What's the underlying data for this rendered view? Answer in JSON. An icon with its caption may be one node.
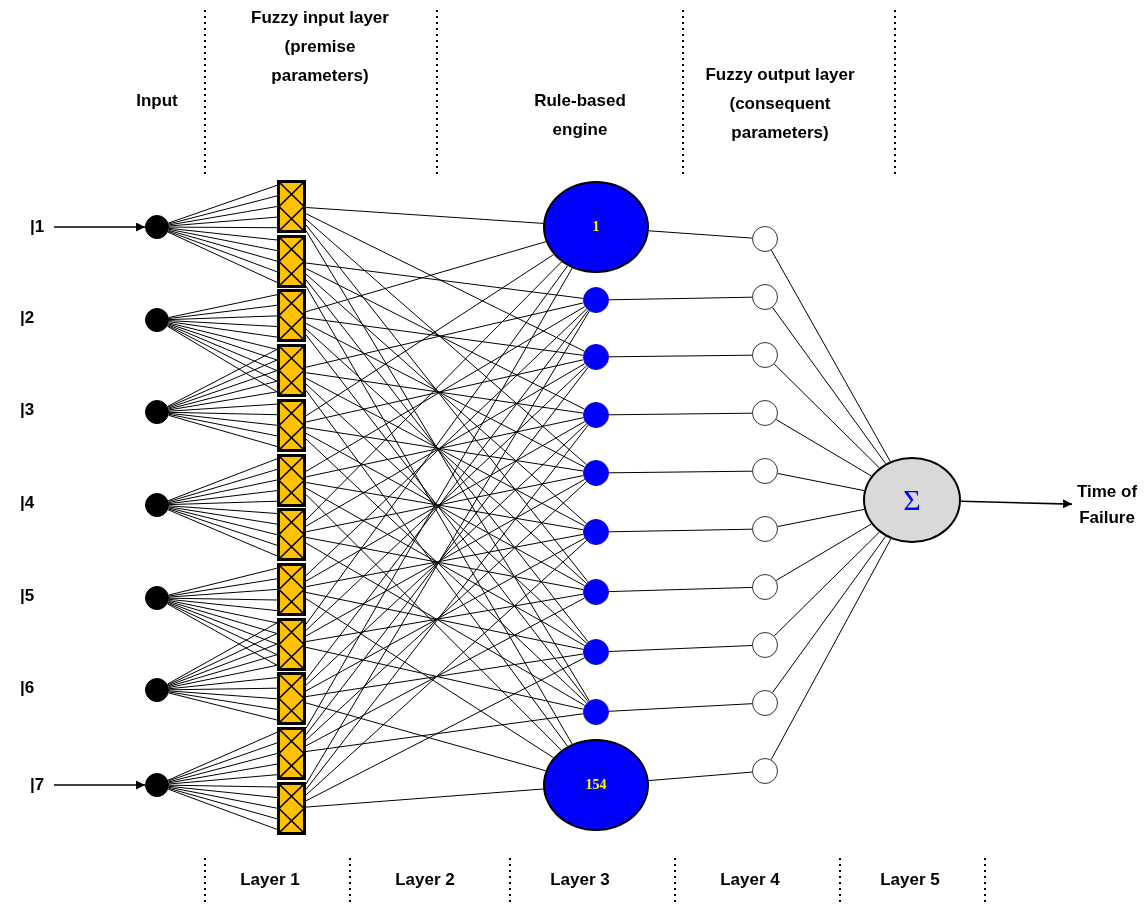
{
  "diagram": {
    "nodes": [
      {
        "text": [
          "|1"
        ]
      },
      {
        "text": [],
        "shape": "circle"
      },
      {
        "text": [],
        "shape": "circle"
      },
      {
        "text": [],
        "shape": "circle"
      },
      {
        "text": [],
        "shape": "circle"
      },
      {
        "text": [],
        "shape": "circle"
      },
      {
        "text": [],
        "shape": "circle"
      },
      {
        "text": [],
        "shape": "circle"
      },
      {
        "text": [
          "|7"
        ]
      },
      {
        "text": [],
        "shape": "box"
      },
      {
        "text": [],
        "shape": "box"
      },
      {
        "text": [],
        "shape": "box"
      },
      {
        "text": [],
        "shape": "box"
      },
      {
        "text": [],
        "shape": "box"
      },
      {
        "text": [],
        "shape": "box"
      },
      {
        "text": [],
        "shape": "box"
      },
      {
        "text": [],
        "shape": "box"
      },
      {
        "text": [],
        "shape": "box"
      },
      {
        "text": [],
        "shape": "box"
      },
      {
        "text": [],
        "shape": "box"
      },
      {
        "text": [],
        "shape": "box"
      },
      {
        "text": [
          "1"
        ]
      },
      {
        "text": [],
        "shape": "circle"
      },
      {
        "text": [],
        "shape": "circle"
      },
      {
        "text": [],
        "shape": "circle"
      },
      {
        "text": [],
        "shape": "circle"
      },
      {
        "text": [],
        "shape": "circle"
      },
      {
        "text": [],
        "shape": "circle"
      },
      {
        "text": [],
        "shape": "circle"
      },
      {
        "text": [],
        "shape": "circle"
      },
      {
        "text": [
          "154"
        ]
      },
      {
        "text": [],
        "shape": "circle"
      },
      {
        "text": [],
        "shape": "circle"
      },
      {
        "text": [],
        "shape": "circle"
      },
      {
        "text": [],
        "shape": "circle"
      },
      {
        "text": [],
        "shape": "circle"
      },
      {
        "text": [],
        "shape": "circle"
      },
      {
        "text": [],
        "shape": "circle"
      },
      {
        "text": [],
        "shape": "circle"
      },
      {
        "text": [],
        "shape": "circle"
      },
      {
        "text": [],
        "shape": "circle"
      },
      {
        "text": [
          "Σ"
        ]
      },
      {
        "text": [
          "Time of Failure"
        ]
      }
    ],
    "edges": [
      {
        "from": 0,
        "to": 1,
        "arrow": "to"
      },
      {
        "from": 1,
        "to": 9,
        "arrow": "none"
      },
      {
        "from": 1,
        "to": 10,
        "arrow": "none"
      },
      {
        "from": 2,
        "to": 11,
        "arrow": "none"
      },
      {
        "from": 2,
        "to": 12,
        "arrow": "none"
      },
      {
        "from": 3,
        "to": 12,
        "arrow": "none"
      },
      {
        "from": 3,
        "to": 13,
        "arrow": "none"
      },
      {
        "from": 4,
        "to": 14,
        "arrow": "none"
      },
      {
        "from": 4,
        "to": 15,
        "arrow": "none"
      },
      {
        "from": 5,
        "to": 16,
        "arrow": "none"
      },
      {
        "from": 5,
        "to": 17,
        "arrow": "none"
      },
      {
        "from": 6,
        "to": 17,
        "arrow": "none"
      },
      {
        "from": 6,
        "to": 18,
        "arrow": "none"
      },
      {
        "from": 7,
        "to": 19,
        "arrow": "none"
      },
      {
        "from": 7,
        "to": 20,
        "arrow": "none"
      },
      {
        "from": 8,
        "to": 7,
        "arrow": "to"
      },
      {
        "from": 9,
        "to": 21,
        "arrow": "none"
      },
      {
        "from": 9,
        "to": 23,
        "arrow": "none"
      },
      {
        "from": 9,
        "to": 25,
        "arrow": "none"
      },
      {
        "from": 9,
        "to": 27,
        "arrow": "none"
      },
      {
        "from": 9,
        "to": 29,
        "arrow": "none"
      },
      {
        "from": 10,
        "to": 22,
        "arrow": "none"
      },
      {
        "from": 10,
        "to": 24,
        "arrow": "none"
      },
      {
        "from": 10,
        "to": 26,
        "arrow": "none"
      },
      {
        "from": 10,
        "to": 28,
        "arrow": "none"
      },
      {
        "from": 10,
        "to": 30,
        "arrow": "none"
      },
      {
        "from": 11,
        "to": 21,
        "arrow": "none"
      },
      {
        "from": 11,
        "to": 23,
        "arrow": "none"
      },
      {
        "from": 11,
        "to": 25,
        "arrow": "none"
      },
      {
        "from": 11,
        "to": 27,
        "arrow": "none"
      },
      {
        "from": 11,
        "to": 29,
        "arrow": "none"
      },
      {
        "from": 12,
        "to": 22,
        "arrow": "none"
      },
      {
        "from": 12,
        "to": 24,
        "arrow": "none"
      },
      {
        "from": 12,
        "to": 26,
        "arrow": "none"
      },
      {
        "from": 12,
        "to": 28,
        "arrow": "none"
      },
      {
        "from": 12,
        "to": 30,
        "arrow": "none"
      },
      {
        "from": 13,
        "to": 21,
        "arrow": "none"
      },
      {
        "from": 13,
        "to": 23,
        "arrow": "none"
      },
      {
        "from": 13,
        "to": 25,
        "arrow": "none"
      },
      {
        "from": 13,
        "to": 27,
        "arrow": "none"
      },
      {
        "from": 13,
        "to": 29,
        "arrow": "none"
      },
      {
        "from": 14,
        "to": 22,
        "arrow": "none"
      },
      {
        "from": 14,
        "to": 24,
        "arrow": "none"
      },
      {
        "from": 14,
        "to": 26,
        "arrow": "none"
      },
      {
        "from": 14,
        "to": 28,
        "arrow": "none"
      },
      {
        "from": 14,
        "to": 30,
        "arrow": "none"
      },
      {
        "from": 15,
        "to": 21,
        "arrow": "none"
      },
      {
        "from": 15,
        "to": 23,
        "arrow": "none"
      },
      {
        "from": 15,
        "to": 25,
        "arrow": "none"
      },
      {
        "from": 15,
        "to": 27,
        "arrow": "none"
      },
      {
        "from": 15,
        "to": 29,
        "arrow": "none"
      },
      {
        "from": 16,
        "to": 22,
        "arrow": "none"
      },
      {
        "from": 16,
        "to": 24,
        "arrow": "none"
      },
      {
        "from": 16,
        "to": 26,
        "arrow": "none"
      },
      {
        "from": 16,
        "to": 28,
        "arrow": "none"
      },
      {
        "from": 16,
        "to": 30,
        "arrow": "none"
      },
      {
        "from": 17,
        "to": 21,
        "arrow": "none"
      },
      {
        "from": 17,
        "to": 23,
        "arrow": "none"
      },
      {
        "from": 17,
        "to": 25,
        "arrow": "none"
      },
      {
        "from": 17,
        "to": 27,
        "arrow": "none"
      },
      {
        "from": 17,
        "to": 29,
        "arrow": "none"
      },
      {
        "from": 18,
        "to": 22,
        "arrow": "none"
      },
      {
        "from": 18,
        "to": 24,
        "arrow": "none"
      },
      {
        "from": 18,
        "to": 26,
        "arrow": "none"
      },
      {
        "from": 18,
        "to": 28,
        "arrow": "none"
      },
      {
        "from": 18,
        "to": 30,
        "arrow": "none"
      },
      {
        "from": 19,
        "to": 21,
        "arrow": "none"
      },
      {
        "from": 19,
        "to": 23,
        "arrow": "none"
      },
      {
        "from": 19,
        "to": 25,
        "arrow": "none"
      },
      {
        "from": 19,
        "to": 27,
        "arrow": "none"
      },
      {
        "from": 19,
        "to": 29,
        "arrow": "none"
      },
      {
        "from": 20,
        "to": 22,
        "arrow": "none"
      },
      {
        "from": 20,
        "to": 24,
        "arrow": "none"
      },
      {
        "from": 20,
        "to": 26,
        "arrow": "none"
      },
      {
        "from": 20,
        "to": 28,
        "arrow": "none"
      },
      {
        "from": 20,
        "to": 30,
        "arrow": "none"
      },
      {
        "from": 21,
        "to": 31,
        "arrow": "none"
      },
      {
        "from": 22,
        "to": 32,
        "arrow": "none"
      },
      {
        "from": 23,
        "to": 33,
        "arrow": "none"
      },
      {
        "from": 24,
        "to": 34,
        "arrow": "none"
      },
      {
        "from": 25,
        "to": 35,
        "arrow": "none"
      },
      {
        "from": 26,
        "to": 36,
        "arrow": "none"
      },
      {
        "from": 27,
        "to": 37,
        "arrow": "none"
      },
      {
        "from": 28,
        "to": 38,
        "arrow": "none"
      },
      {
        "from": 29,
        "to": 39,
        "arrow": "none"
      },
      {
        "from": 30,
        "to": 40,
        "arrow": "none"
      },
      {
        "from": 31,
        "to": 41,
        "arrow": "none"
      },
      {
        "from": 32,
        "to": 41,
        "arrow": "none"
      },
      {
        "from": 33,
        "to": 41,
        "arrow": "none"
      },
      {
        "from": 34,
        "to": 41,
        "arrow": "none"
      },
      {
        "from": 35,
        "to": 41,
        "arrow": "none"
      },
      {
        "from": 36,
        "to": 41,
        "arrow": "none"
      },
      {
        "from": 37,
        "to": 41,
        "arrow": "none"
      },
      {
        "from": 38,
        "to": 41,
        "arrow": "none"
      },
      {
        "from": 39,
        "to": 41,
        "arrow": "none"
      },
      {
        "from": 40,
        "to": 41,
        "arrow": "none"
      },
      {
        "from": 41,
        "to": 42,
        "arrow": "to"
      }
    ],
    "labels": [
      "Input",
      "Fuzzy input layer (premise parameters)",
      "Rule-based engine",
      "Fuzzy output layer (consequent parameters)",
      "|2",
      "|3",
      "|4",
      "|5",
      "|6",
      "Layer 1",
      "Layer 2",
      "Layer 3",
      "Layer 4",
      "Layer 5"
    ]
  }
}
